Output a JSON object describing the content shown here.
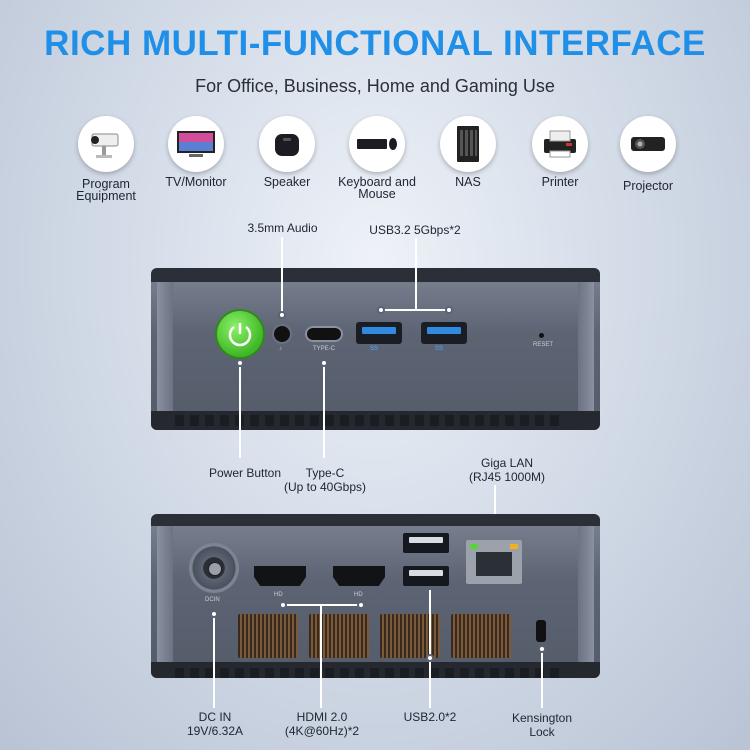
{
  "header": {
    "title": "RICH MULTI-FUNCTIONAL INTERFACE",
    "subtitle": "For Office, Business, Home and Gaming Use"
  },
  "devices": [
    {
      "icon": "security-camera-icon",
      "label_line1": "Program",
      "label_line2": "Equipment"
    },
    {
      "icon": "tv-monitor-icon",
      "label_line1": "TV/Monitor",
      "label_line2": ""
    },
    {
      "icon": "speaker-icon",
      "label_line1": "Speaker",
      "label_line2": ""
    },
    {
      "icon": "keyboard-mouse-icon",
      "label_line1": "Keyboard and",
      "label_line2": "Mouse"
    },
    {
      "icon": "nas-icon",
      "label_line1": "NAS",
      "label_line2": ""
    },
    {
      "icon": "printer-icon",
      "label_line1": "Printer",
      "label_line2": ""
    },
    {
      "icon": "projector-icon",
      "label_line1": "Projector",
      "label_line2": ""
    }
  ],
  "front_panel": {
    "audio_label": "3.5mm Audio",
    "usb3_label": "USB3.2 5Gbps*2",
    "power_label": "Power Button",
    "typec_label_line1": "Type-C",
    "typec_label_line2": "(Up to 40Gbps)",
    "typec_silk": "TYPE-C",
    "reset_silk": "RESET",
    "usb_silk": "SS",
    "power_color": "#55d23a"
  },
  "rear_panel": {
    "lan_label_line1": "Giga LAN",
    "lan_label_line2": "(RJ45 1000M)",
    "dc_label_line1": "DC IN",
    "dc_label_line2": "19V/6.32A",
    "dc_silk": "DCIN",
    "hdmi_label_line1": "HDMI 2.0",
    "hdmi_label_line2": "(4K@60Hz)*2",
    "hdmi_silk": "HD",
    "usb2_label": "USB2.0*2",
    "kensington_label_line1": "Kensington",
    "kensington_label_line2": "Lock"
  },
  "colors": {
    "title": "#1f8fe8",
    "usb3_blue": "#2f8ae0",
    "lan_led_green": "#5bd23a",
    "lan_led_yellow": "#f0b020"
  }
}
